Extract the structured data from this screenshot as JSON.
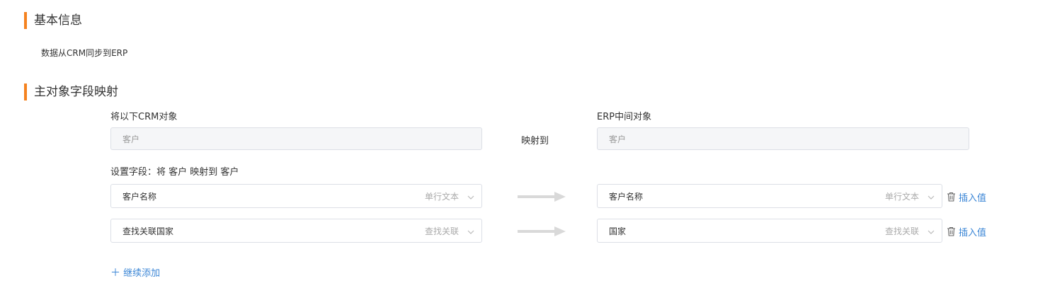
{
  "basic": {
    "title": "基本信息",
    "desc": "数据从CRM同步到ERP"
  },
  "mapping": {
    "title": "主对象字段映射",
    "crm_label": "将以下CRM对象",
    "erp_label": "ERP中间对象",
    "crm_object": "客户",
    "erp_object": "客户",
    "maps_to": "映射到",
    "fields_label": "设置字段：将 客户 映射到 客户",
    "rows": [
      {
        "crm_field": "客户名称",
        "crm_type": "单行文本",
        "erp_field": "客户名称",
        "erp_type": "单行文本",
        "insert": "插入值"
      },
      {
        "crm_field": "查找关联国家",
        "crm_type": "查找关联",
        "erp_field": "国家",
        "erp_type": "查找关联",
        "insert": "插入值"
      }
    ],
    "add": "继续添加"
  },
  "colors": {
    "accent": "#f5821f",
    "link": "#3b86d6",
    "border": "#dcdfe6"
  }
}
